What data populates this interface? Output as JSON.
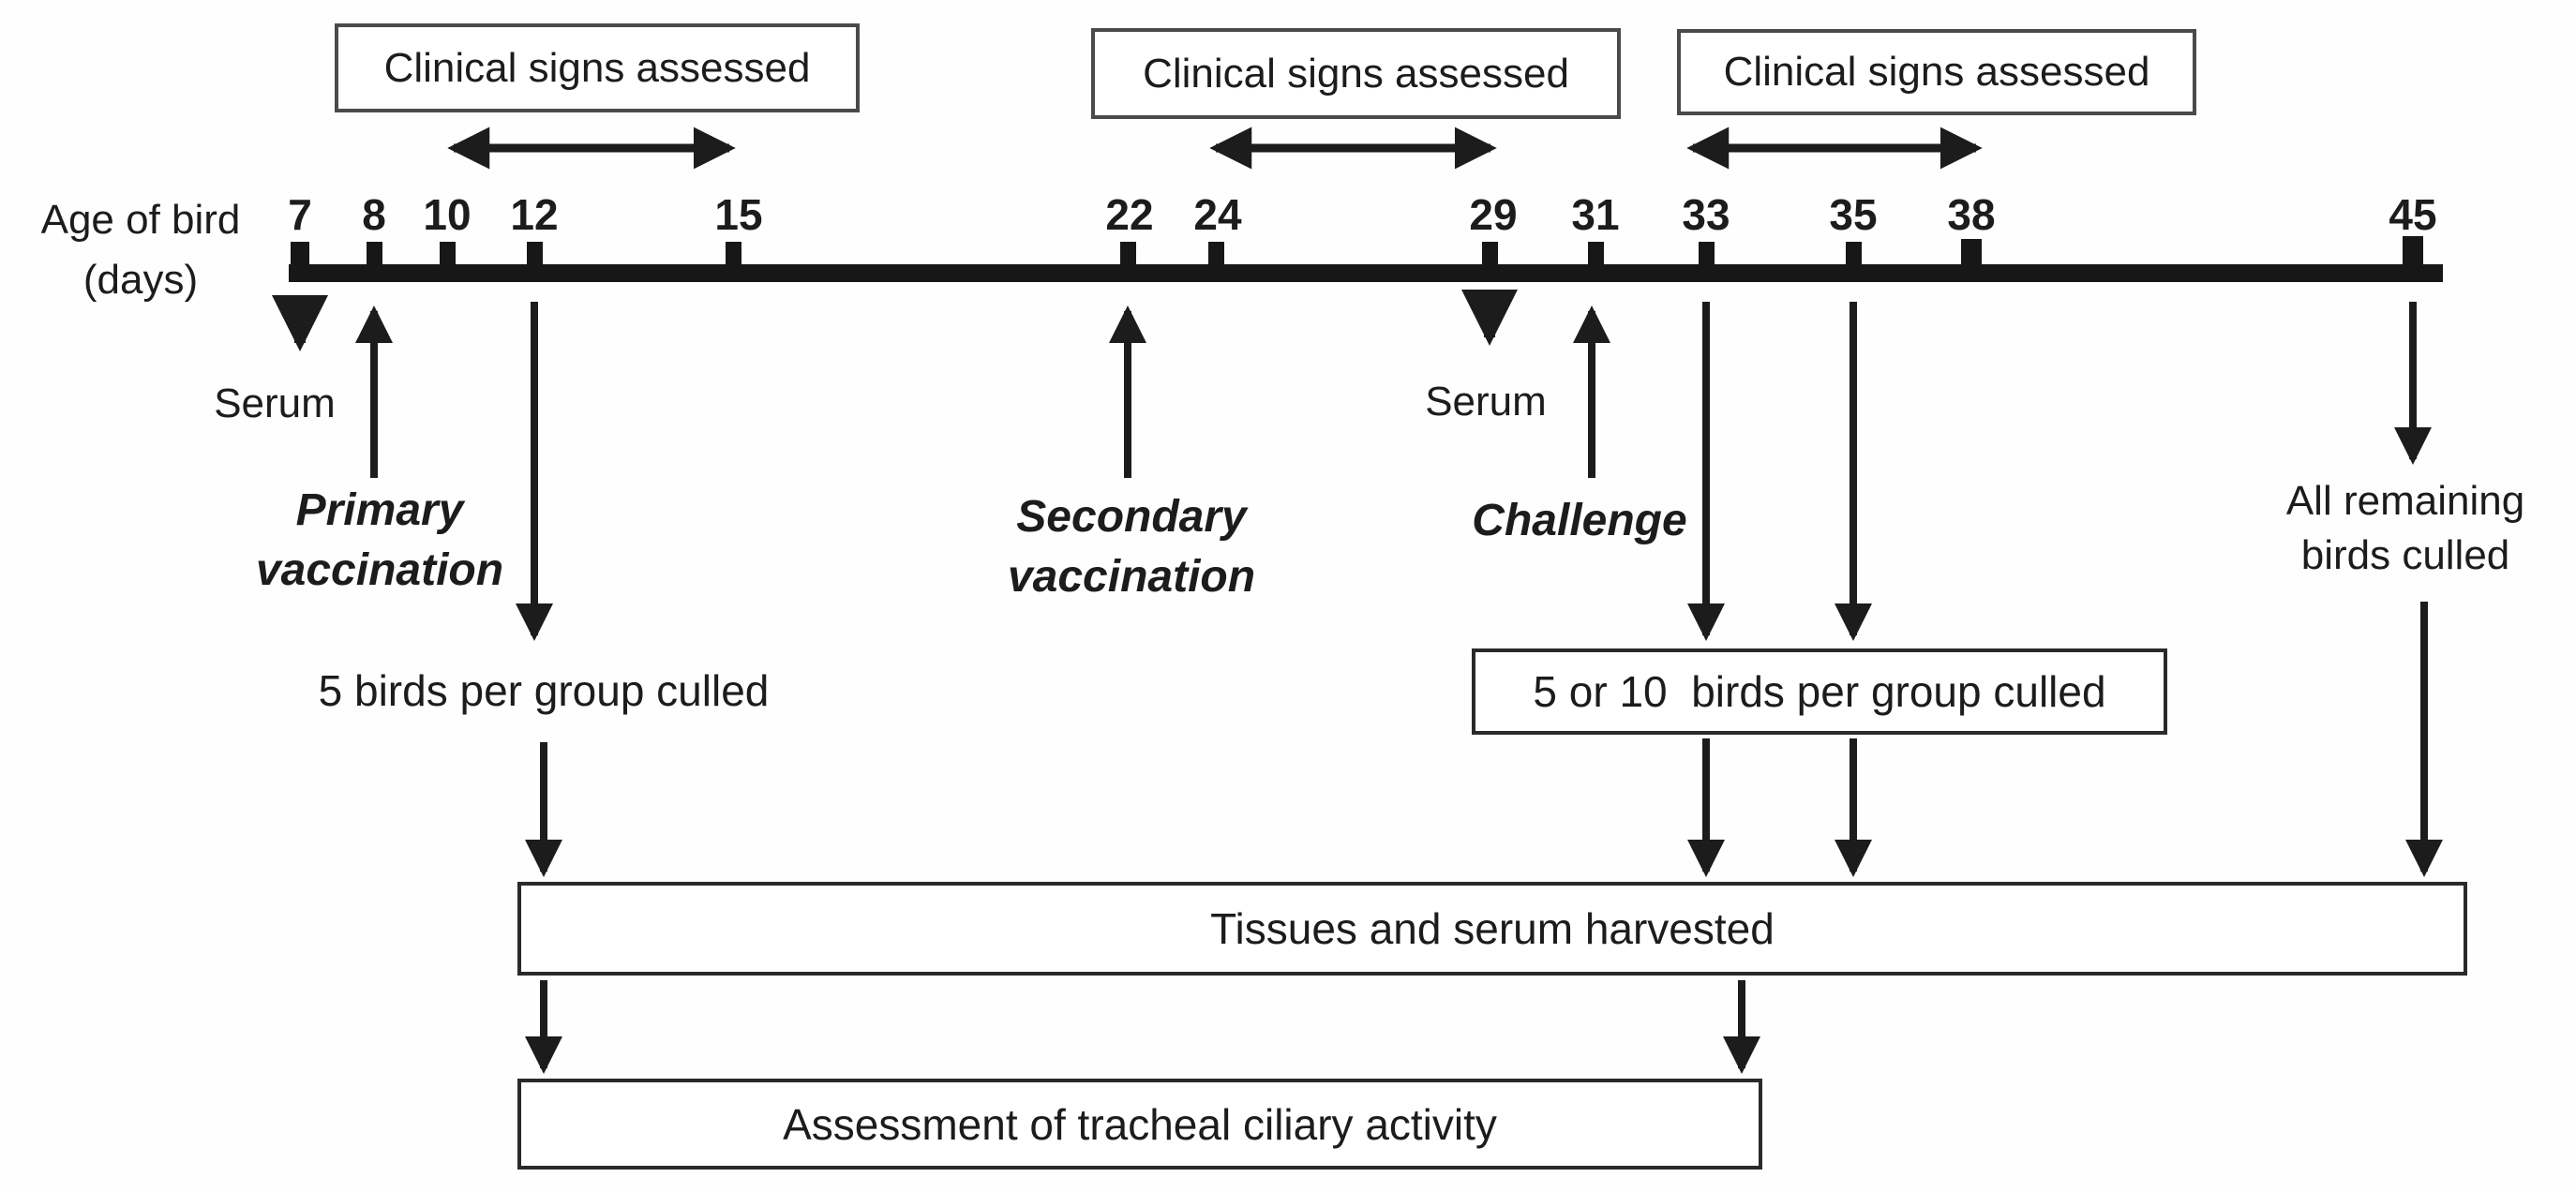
{
  "colors": {
    "background": "#ffffff",
    "ink": "#1c1c1c"
  },
  "age_axis": {
    "label_line1": "Age of bird",
    "label_line2": "(days)"
  },
  "timeline": {
    "days": [
      "7",
      "8",
      "10",
      "12",
      "15",
      "22",
      "24",
      "29",
      "31",
      "33",
      "35",
      "38",
      "45"
    ]
  },
  "clinical_boxes": {
    "box1": "Clinical signs assessed",
    "box2": "Clinical signs assessed",
    "box3": "Clinical signs assessed"
  },
  "events": {
    "serum_left": "Serum",
    "primary_line1": "Primary",
    "primary_line2": "vaccination",
    "secondary_line1": "Secondary",
    "secondary_line2": "vaccination",
    "serum_right": "Serum",
    "challenge": "Challenge",
    "culled_5": "5 birds per group culled",
    "culled_5_or_10": "5 or 10  birds per group culled",
    "all_remaining_line1": "All remaining",
    "all_remaining_line2": "birds culled"
  },
  "process_boxes": {
    "tissues": "Tissues and serum harvested",
    "assessment": "Assessment of tracheal ciliary activity"
  }
}
